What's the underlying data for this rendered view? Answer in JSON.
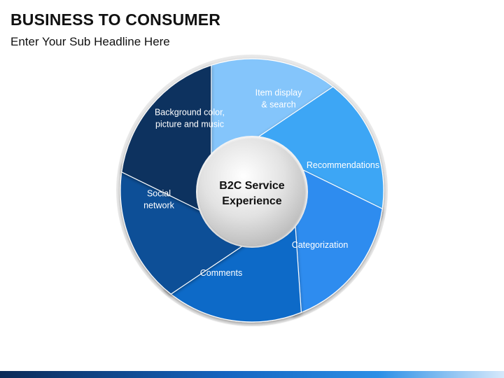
{
  "header": {
    "title": "BUSINESS TO CONSUMER",
    "subtitle": "Enter Your Sub Headline Here"
  },
  "diagram": {
    "center": {
      "line1": "B2C Service",
      "line2": "Experience"
    },
    "segments": [
      {
        "lines": [
          "Item display",
          "& search"
        ],
        "color": "#84c5fb"
      },
      {
        "lines": [
          "Recommendations"
        ],
        "color": "#3ea6f5"
      },
      {
        "lines": [
          "Categorization"
        ],
        "color": "#2d8cef"
      },
      {
        "lines": [
          "Comments"
        ],
        "color": "#0f6ac8"
      },
      {
        "lines": [
          "Social",
          "network"
        ],
        "color": "#0a4f97"
      },
      {
        "lines": [
          "Background color,",
          "picture and music"
        ],
        "color": "#07305e"
      }
    ],
    "hub_color": "#dcdcdc",
    "ring_bg_color": "#e8e8e8"
  }
}
